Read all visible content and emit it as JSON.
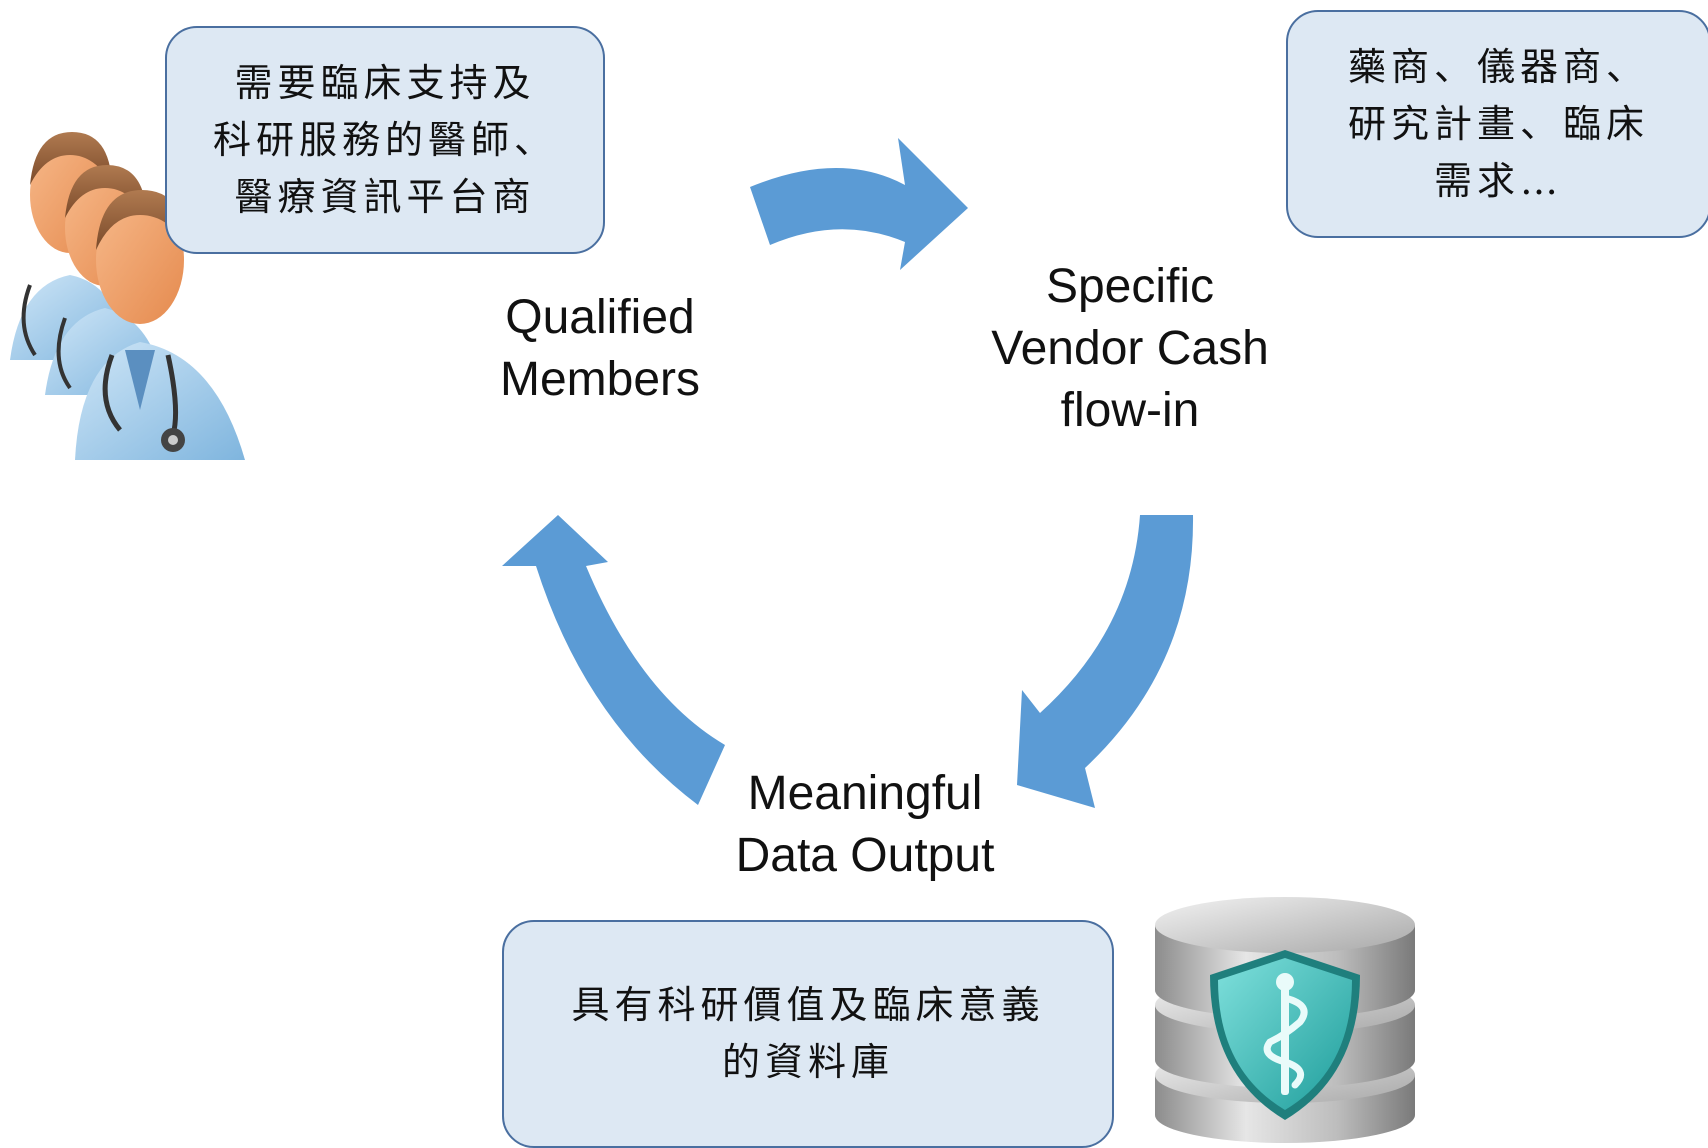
{
  "callouts": {
    "doctors": "需要臨床支持及\n科研服務的醫師、\n醫療資訊平台商",
    "vendors": "藥商、儀器商、\n研究計畫、臨床\n需求…",
    "database": "具有科研價值及臨床意義\n的資料庫"
  },
  "nodes": {
    "members": "Qualified\nMembers",
    "cash": "Specific\nVendor Cash\nflow-in",
    "data": "Meaningful\nData Output"
  },
  "colors": {
    "arrow": "#5b9bd5",
    "callout_fill": "#dde8f3",
    "callout_border": "#4a6fa0",
    "doctor_coat": "#9ecbea",
    "doctor_skin": "#f2a36c",
    "shield": "#2bb3b1"
  },
  "icons": {
    "doctors": "doctors-group-icon",
    "database": "medical-database-icon"
  }
}
